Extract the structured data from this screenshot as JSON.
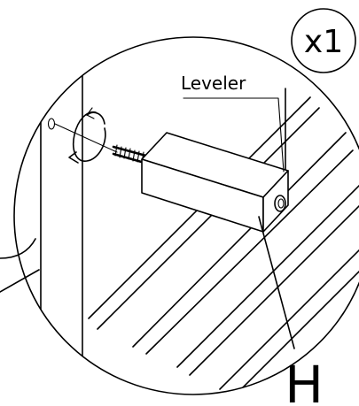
{
  "part_label": "Leveler",
  "quantity": "x1",
  "callout_letter": "H",
  "colors": {
    "ink": "#000000",
    "paper": "#ffffff"
  }
}
